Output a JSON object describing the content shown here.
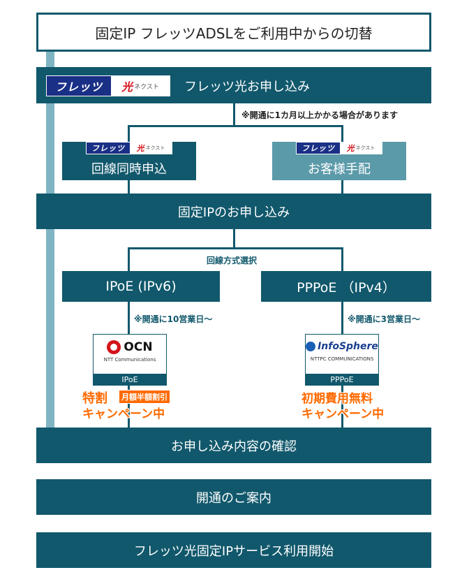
{
  "title": "固定IP フレッツADSLをご利用中からの切替",
  "flets_logo": {
    "brand": "フレッツ",
    "hikari": "光",
    "next": "ネクスト"
  },
  "step_flets_apply": "フレッツ光お申し込み",
  "note_one_month": "※開通に1カ月以上かかる場合があります",
  "branch_line": {
    "label": "回線同時申込"
  },
  "branch_customer": {
    "label": "お客様手配"
  },
  "step_fixed_ip": "固定IPのお申し込み",
  "method_select": "回線方式選択",
  "ipoe": {
    "label": "IPoE (IPv6)",
    "note": "※開通に10営業日〜",
    "provider": {
      "brand": "OCN",
      "sub": "NTT Communications",
      "strip": "IPoE"
    },
    "promo_title": "特割",
    "promo_badge": "月額半額割引",
    "promo_campaign": "キャンペーン中"
  },
  "pppoe": {
    "label": "PPPoE （IPv4）",
    "note": "※開通に3営業日〜",
    "provider": {
      "brand": "InfoSphere",
      "sub": "NTTPC COMMUNICATIONS",
      "strip": "PPPoE"
    },
    "promo_title": "初期費用無料",
    "promo_campaign": "キャンペーン中"
  },
  "step_confirm": "お申し込み内容の確認",
  "step_notice": "開通のご案内",
  "step_start": "フレッツ光固定IPサービス利用開始",
  "colors": {
    "primary": "#11586c",
    "secondary": "#5b9aa9",
    "promo": "#ff6a00"
  }
}
